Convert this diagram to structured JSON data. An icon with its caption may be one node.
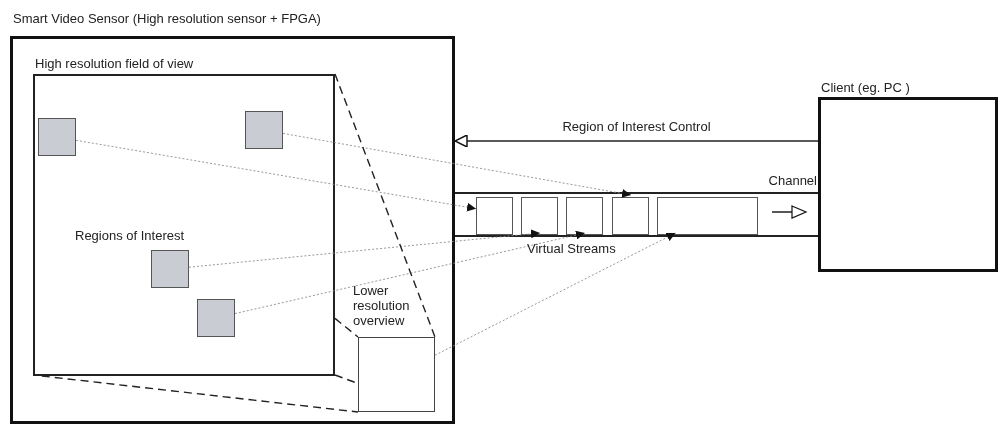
{
  "diagram": {
    "nodes": [
      {
        "text": [
          "Smart Video Sensor (High resolution sensor + FPGA)"
        ]
      },
      {
        "text": [
          "High resolution field of view"
        ],
        "in": 0
      },
      {
        "text": [],
        "shape": "box",
        "in": 1
      },
      {
        "text": [],
        "shape": "box",
        "in": 1
      },
      {
        "text": [],
        "shape": "box",
        "in": 1
      },
      {
        "text": [],
        "shape": "box",
        "in": 1
      },
      {
        "text": [
          "Lower resolution overview"
        ],
        "in": 0
      },
      {
        "text": [
          "Channel"
        ],
        "beside": [
          "Virtual Streams"
        ]
      },
      {
        "text": [],
        "shape": "box",
        "in": 7
      },
      {
        "text": [],
        "shape": "box",
        "in": 7
      },
      {
        "text": [],
        "shape": "box",
        "in": 7
      },
      {
        "text": [],
        "shape": "box",
        "in": 7
      },
      {
        "text": [],
        "shape": "box",
        "in": 7
      },
      {
        "text": [
          "Client (eg. PC )"
        ]
      }
    ],
    "edges": [
      {
        "from": 13,
        "to": 0,
        "arrow": "to",
        "label": "Region of Interest Control"
      },
      {
        "from": 2,
        "to": 8,
        "arrow": "to",
        "style": "dashed",
        "color": "#8c8c8c"
      },
      {
        "from": 3,
        "to": 9,
        "arrow": "to",
        "style": "dashed",
        "color": "#8c8c8c"
      },
      {
        "from": 4,
        "to": 10,
        "arrow": "to",
        "style": "dashed",
        "color": "#8c8c8c"
      },
      {
        "from": 5,
        "to": 11,
        "arrow": "to",
        "style": "dashed",
        "color": "#8c8c8c"
      },
      {
        "from": 6,
        "to": 12,
        "arrow": "to",
        "style": "dashed",
        "color": "#8c8c8c"
      },
      {
        "from": 1,
        "to": 6,
        "arrow": "none",
        "style": "dashed"
      },
      {
        "from": 1,
        "to": 6,
        "arrow": "none",
        "style": "dashed"
      },
      {
        "from": 1,
        "to": 6,
        "arrow": "none",
        "style": "dashed"
      },
      {
        "from": 1,
        "to": 6,
        "arrow": "none",
        "style": "dashed"
      }
    ],
    "labels": [
      "Regions of Interest"
    ]
  }
}
